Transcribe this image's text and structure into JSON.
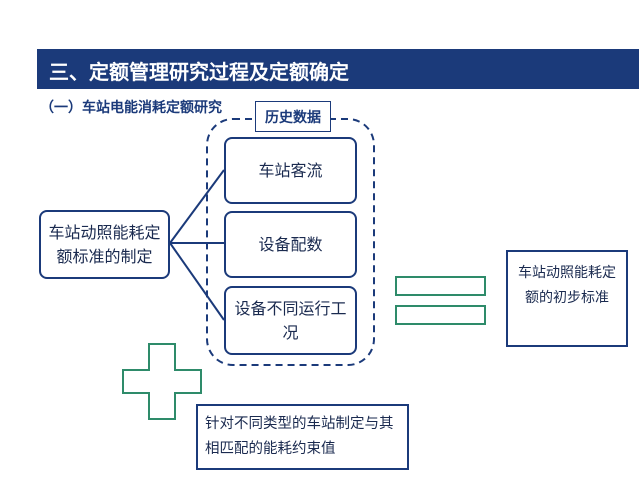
{
  "header": {
    "title": "三、定额管理研究过程及定额确定"
  },
  "section": {
    "subtitle": "（一）车站电能消耗定额研究"
  },
  "diagram": {
    "group_label": "历史数据",
    "source_node": "车站动照能耗定额标准的制定",
    "factors": [
      "车站客流",
      "设备配数",
      "设备不同运行工况"
    ],
    "result_node": "车站动照能耗定额的初步标准",
    "extra_node": "针对不同类型的车站制定与其相匹配的能耗约束值",
    "colors": {
      "navy": "#1b3a7a",
      "green": "#2e8b6a"
    }
  }
}
